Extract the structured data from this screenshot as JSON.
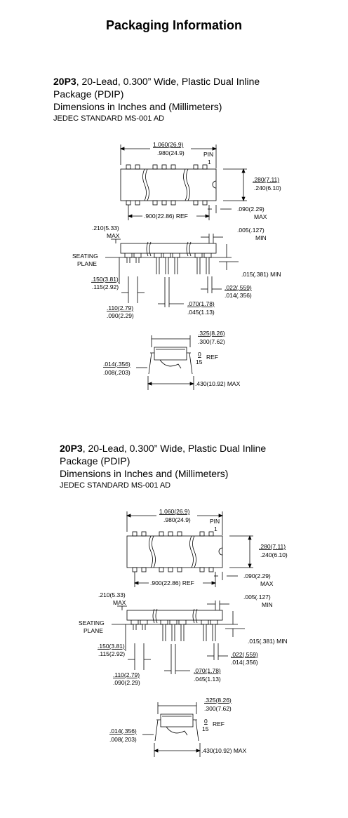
{
  "page_title": "Packaging Information",
  "packages": [
    {
      "code": "20P3",
      "desc_line1": ", 20-Lead, 0.300” Wide, Plastic Dual Inline",
      "desc_line2": "Package (PDIP)",
      "units_line": "Dimensions in Inches and (Millimeters)",
      "standard": "JEDEC STANDARD MS-001 AD",
      "dims": {
        "len_max": "1.060(26.9)",
        "len_min": ".980(24.9)",
        "pin": "PIN",
        "pin_num": "1",
        "w_max": ".280(7.11)",
        "w_min": ".240(6.10)",
        "ref900": ".900(22.86) REF",
        "d090": ".090(2.29)",
        "d090_max": "MAX",
        "h210": ".210(5.33)",
        "h210_max": "MAX",
        "d005": ".005(.127)",
        "d005_min": "MIN",
        "seating1": "SEATING",
        "seating2": "PLANE",
        "d015": ".015(.381) MIN",
        "l150": ".150(3.81)",
        "l115": ".115(2.92)",
        "d022": ".022(.559)",
        "d014": ".014(.356)",
        "p110": ".110(2.79)",
        "p090": ".090(2.29)",
        "p070": ".070(1.78)",
        "p045": ".045(1.13)",
        "e325": ".325(8.26)",
        "e300": ".300(7.62)",
        "ang0": "0",
        "ang15": "15",
        "ref": "REF",
        "t014": ".014(.356)",
        "t008": ".008(.203)",
        "e430": ".430(10.92) MAX"
      }
    },
    {
      "code": "20P3",
      "desc_line1": ", 20-Lead, 0.300” Wide, Plastic Dual Inline",
      "desc_line2": "Package (PDIP)",
      "units_line": "Dimensions in Inches and (Millimeters)",
      "standard": "JEDEC STANDARD MS-001 AD",
      "dims": {
        "len_max": "1.060(26.9)",
        "len_min": ".980(24.9)",
        "pin": "PIN",
        "pin_num": "1",
        "w_max": ".280(7.11)",
        "w_min": ".240(6.10)",
        "ref900": ".900(22.86) REF",
        "d090": ".090(2.29)",
        "d090_max": "MAX",
        "h210": ".210(5.33)",
        "h210_max": "MAX",
        "d005": ".005(.127)",
        "d005_min": "MIN",
        "seating1": "SEATING",
        "seating2": "PLANE",
        "d015": ".015(.381) MIN",
        "l150": ".150(3.81)",
        "l115": ".115(2.92)",
        "d022": ".022(.559)",
        "d014": ".014(.356)",
        "p110": ".110(2.79)",
        "p090": ".090(2.29)",
        "p070": ".070(1.78)",
        "p045": ".045(1.13)",
        "e325": ".325(8.26)",
        "e300": ".300(7.62)",
        "ang0": "0",
        "ang15": "15",
        "ref": "REF",
        "t014": ".014(.356)",
        "t008": ".008(.203)",
        "e430": ".430(10.92) MAX"
      }
    }
  ]
}
